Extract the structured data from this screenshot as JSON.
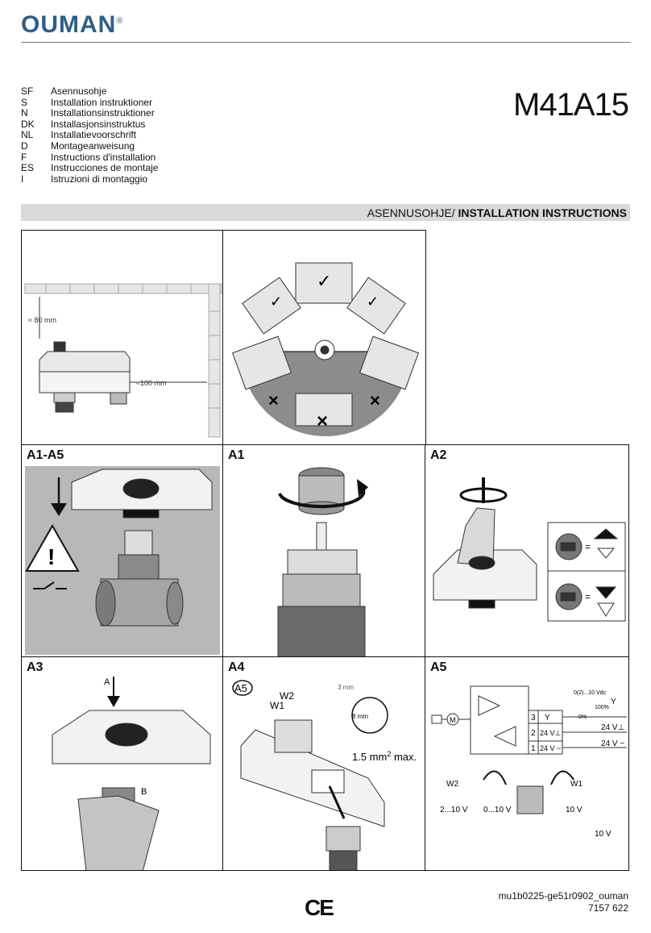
{
  "brand": {
    "name": "OUMAN",
    "reg": "®"
  },
  "model": "M41A15",
  "languages": [
    {
      "code": "SF",
      "text": "Asennusohje"
    },
    {
      "code": "S",
      "text": "Installation instruktioner"
    },
    {
      "code": "N",
      "text": "Installationsinstruktioner"
    },
    {
      "code": "DK",
      "text": "Installasjonsinstruktus"
    },
    {
      "code": "NL",
      "text": "Installatievoorschrift"
    },
    {
      "code": "D",
      "text": "Montageanweisung"
    },
    {
      "code": "F",
      "text": "Instructions d'installation"
    },
    {
      "code": "ES",
      "text": "Instrucciones de montaje"
    },
    {
      "code": "I",
      "text": "Istruzioni di montaggio"
    }
  ],
  "section_bar": {
    "prefix": "ASENNUSOHJE/ ",
    "main": "INSTALLATION INSTRUCTIONS"
  },
  "panel_clearance": {
    "dim_top": "≈ 80 mm",
    "dim_side": "≈100 mm"
  },
  "panel_labels": {
    "a1a5": "A1-A5",
    "a1": "A1",
    "a2": "A2",
    "a3": "A3",
    "a4": "A4",
    "a5": "A5"
  },
  "a2": {
    "equals": "="
  },
  "a3": {
    "label_a": "A",
    "label_b": "B"
  },
  "a4": {
    "ref": "A5",
    "w2": "W2",
    "w1": "W1",
    "dim_3mm": "3 mm",
    "dim_8mm": "8 mm",
    "wire": "1.5 mm",
    "wire_exp": "2",
    "wire_max": " max."
  },
  "a5": {
    "t3": "3",
    "ty": "Y",
    "t2": "2",
    "t2v": "24 V⊥",
    "t1": "1",
    "t1v": "24 V ~",
    "range": "0(2)...10 Vdc",
    "y": "Y",
    "p100": "100%",
    "p0": "0%",
    "out2": "24 V⊥",
    "out1": "24 V ~",
    "motor": "M",
    "w2": "W2",
    "w1": "W1",
    "w2range": "2...10 V",
    "w1range": "0...10 V",
    "v10a": "10 V",
    "v10b": "10 V"
  },
  "footer": {
    "code": "mu1b0225-ge51r0902_ouman",
    "number": "7157 622",
    "ce": "CE"
  },
  "colors": {
    "brand": "#2c5f8a",
    "bar": "#d9d9d9",
    "panel_gray": "#8c8c8c"
  }
}
